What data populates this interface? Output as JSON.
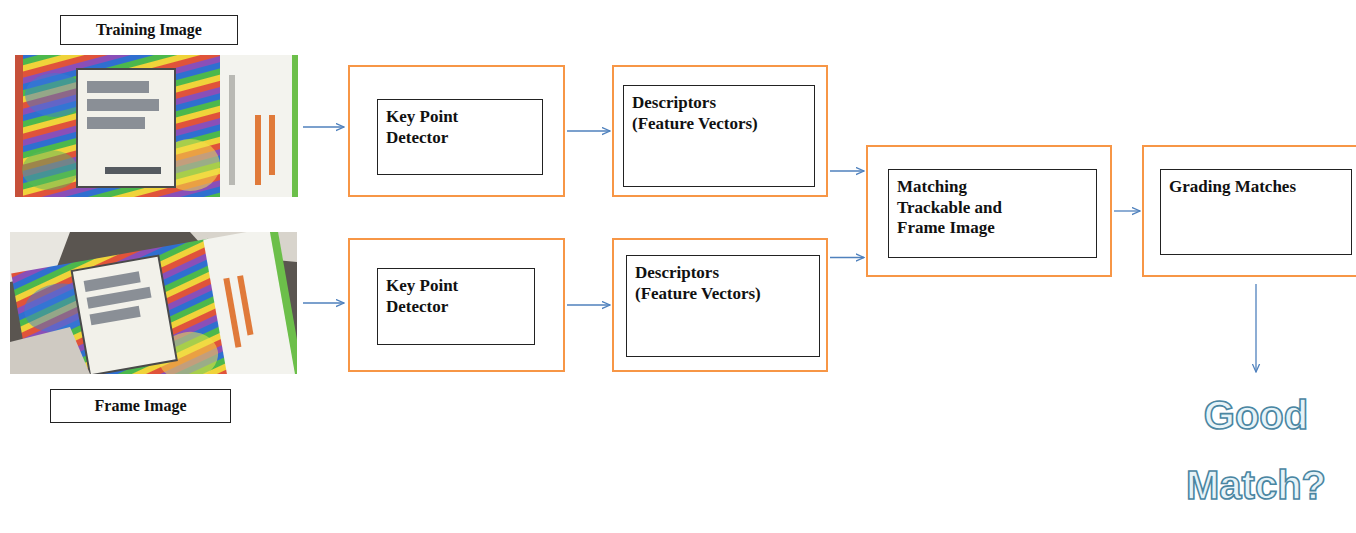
{
  "diagram": {
    "nodes": [
      {
        "text": [
          "Training Image"
        ]
      },
      {
        "text": [
          "Key Point Detector"
        ]
      },
      {
        "text": [
          "Descriptors (Feature Vectors)"
        ]
      },
      {
        "text": [
          "Matching Trackable and Frame Image"
        ]
      },
      {
        "text": [
          "Grading Matches"
        ]
      },
      {
        "text": [
          "Frame Image"
        ]
      },
      {
        "text": [
          "Key Point Detector"
        ]
      },
      {
        "text": [
          "Descriptors (Feature Vectors)"
        ]
      }
    ],
    "edges": [
      {
        "from": 1,
        "to": 2,
        "arrow": "to"
      },
      {
        "from": 2,
        "to": 3,
        "arrow": "to"
      },
      {
        "from": 6,
        "to": 7,
        "arrow": "to"
      },
      {
        "from": 7,
        "to": 3,
        "arrow": "to"
      },
      {
        "from": 3,
        "to": 4,
        "arrow": "to"
      }
    ],
    "labels": [
      "Good Match?"
    ]
  }
}
